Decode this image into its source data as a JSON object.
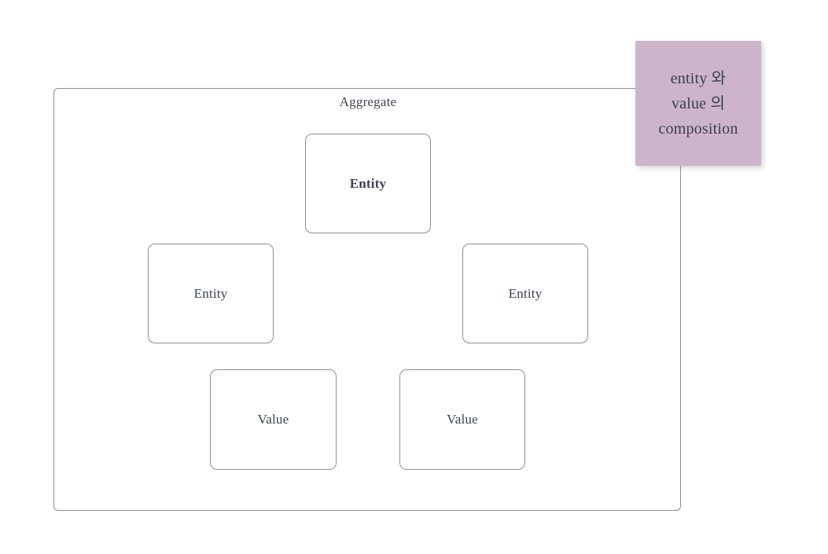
{
  "diagram": {
    "container": {
      "title": "Aggregate"
    },
    "nodes": [
      {
        "id": "entity-top",
        "label": "Entity",
        "emphasis": "bold"
      },
      {
        "id": "entity-left",
        "label": "Entity",
        "emphasis": "normal"
      },
      {
        "id": "entity-right",
        "label": "Entity",
        "emphasis": "normal"
      },
      {
        "id": "value-left",
        "label": "Value",
        "emphasis": "normal"
      },
      {
        "id": "value-right",
        "label": "Value",
        "emphasis": "normal"
      }
    ],
    "sticky_note": {
      "text": "entity 와\nvalue 의\ncomposition",
      "line1": "entity 와",
      "line2": "value 의",
      "line3": "composition"
    },
    "colors": {
      "background": "#ffffff",
      "border": "#8a8f9a",
      "text": "#3b4252",
      "sticky_background": "#ccb4cb",
      "sticky_text": "#3b4048"
    }
  }
}
